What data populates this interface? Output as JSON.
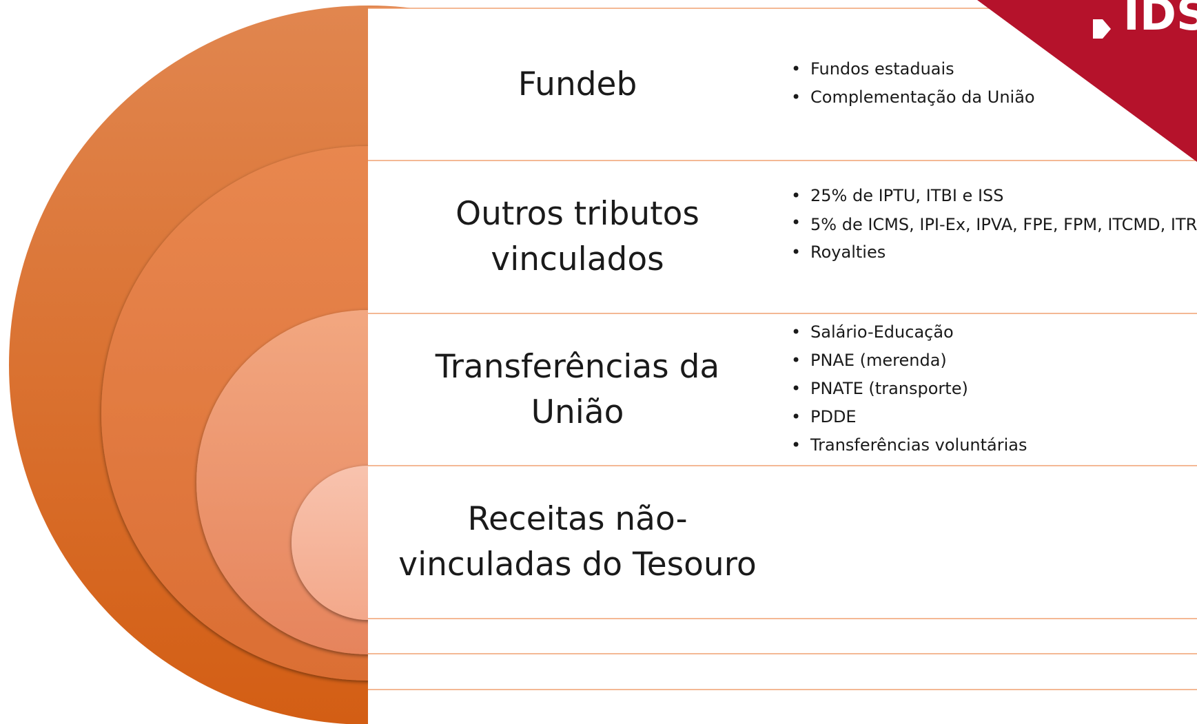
{
  "diagram": {
    "rows": [
      {
        "title_lines": [
          "Fundeb"
        ],
        "bullets": [
          "Fundos estaduais",
          "Complementação da União"
        ]
      },
      {
        "title_lines": [
          "Outros tributos",
          "vinculados"
        ],
        "bullets": [
          "25% de IPTU, ITBI e ISS",
          "5% de ICMS, IPI-Ex, IPVA, FPE, FPM, ITCMD, ITR",
          "Royalties"
        ]
      },
      {
        "title_lines": [
          "Transferências da",
          "União"
        ],
        "bullets": [
          "Salário-Educação",
          "PNAE (merenda)",
          "PNATE (transporte)",
          "PDDE",
          "Transferências voluntárias"
        ]
      },
      {
        "title_lines": [
          "Receitas não-",
          "vinculadas do Tesouro"
        ],
        "bullets": []
      }
    ]
  },
  "logo": {
    "text": "IDS",
    "color": "#b5122b"
  },
  "colors": {
    "circle_outer": "#d9631c",
    "circle_2": "#e0753a",
    "circle_3": "#ee9a70",
    "circle_inner": "#f6b49b",
    "row_border": "#f0a070"
  }
}
